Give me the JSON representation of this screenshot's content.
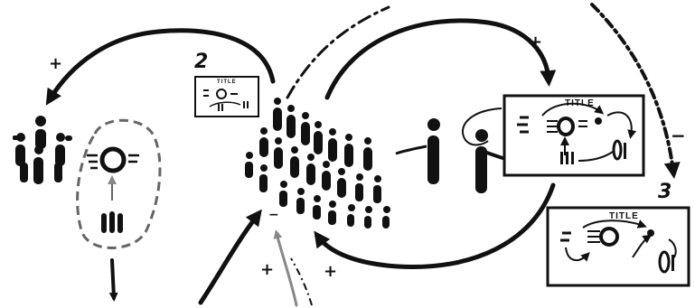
{
  "labels": {
    "step_2": "2",
    "step_3": "3"
  },
  "boards": {
    "small_title": "TITLE",
    "presenter_title": "TITLE",
    "bottom_right_title": "TITLE"
  },
  "signs": {
    "plus_top_left": "+",
    "plus_top_right": "+",
    "minus_right": "−",
    "plus_bottom_a": "+",
    "plus_bottom_b": "+",
    "minus_crowd": "−"
  },
  "colors": {
    "ink": "#111111",
    "grey": "#888888",
    "paper": "#ffffff"
  }
}
